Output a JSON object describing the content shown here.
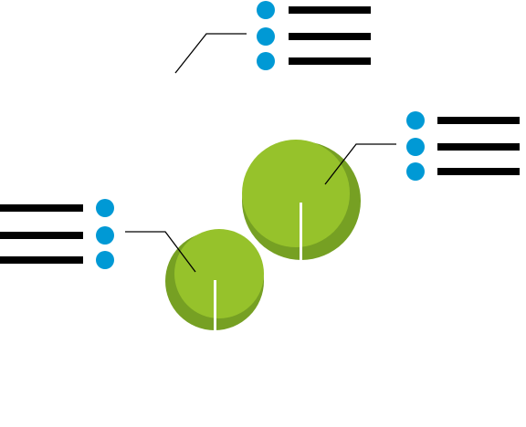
{
  "colors": {
    "background": "#ffffff",
    "ball_light": "#96c22b",
    "ball_dark": "#76a023",
    "seam": "#ffffff",
    "bullet": "#0099d5",
    "text_bar": "#000000",
    "leader_line": "#000000"
  },
  "icons": {
    "ball": "green-ball-icon",
    "bullet": "blue-dot-icon",
    "text_placeholder": "text-line-placeholder"
  },
  "groups": [
    {
      "name": "top-center",
      "bullet_count": 3
    },
    {
      "name": "right",
      "bullet_count": 3
    },
    {
      "name": "left",
      "bullet_count": 3
    }
  ]
}
